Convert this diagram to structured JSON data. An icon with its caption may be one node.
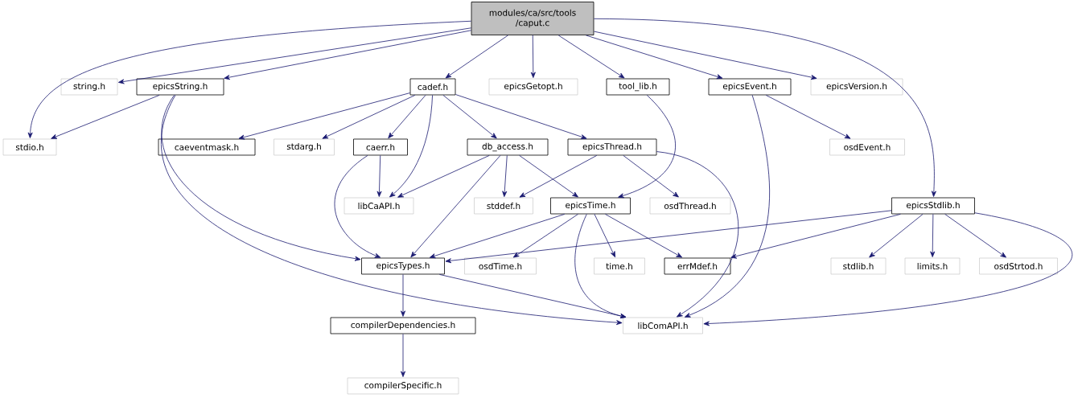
{
  "diagram": {
    "nodes": [
      {
        "text": [
          "modules/ca/src/tools /caput.c"
        ]
      },
      {
        "text": [
          "string.h"
        ]
      },
      {
        "text": [
          "epicsString.h"
        ]
      },
      {
        "text": [
          "cadef.h"
        ]
      },
      {
        "text": [
          "epicsGetopt.h"
        ]
      },
      {
        "text": [
          "tool_lib.h"
        ]
      },
      {
        "text": [
          "epicsEvent.h"
        ]
      },
      {
        "text": [
          "epicsVersion.h"
        ]
      },
      {
        "text": [
          "stdio.h"
        ]
      },
      {
        "text": [
          "caeventmask.h"
        ]
      },
      {
        "text": [
          "stdarg.h"
        ]
      },
      {
        "text": [
          "caerr.h"
        ]
      },
      {
        "text": [
          "db_access.h"
        ]
      },
      {
        "text": [
          "epicsThread.h"
        ]
      },
      {
        "text": [
          "osdEvent.h"
        ]
      },
      {
        "text": [
          "libCaAPI.h"
        ]
      },
      {
        "text": [
          "stddef.h"
        ]
      },
      {
        "text": [
          "epicsTime.h"
        ]
      },
      {
        "text": [
          "osdThread.h"
        ]
      },
      {
        "text": [
          "epicsStdlib.h"
        ]
      },
      {
        "text": [
          "epicsTypes.h"
        ]
      },
      {
        "text": [
          "osdTime.h"
        ]
      },
      {
        "text": [
          "time.h"
        ]
      },
      {
        "text": [
          "errMdef.h"
        ]
      },
      {
        "text": [
          "stdlib.h"
        ]
      },
      {
        "text": [
          "limits.h"
        ]
      },
      {
        "text": [
          "osdStrtod.h"
        ]
      },
      {
        "text": [
          "compilerDependencies.h"
        ]
      },
      {
        "text": [
          "libComAPI.h"
        ]
      },
      {
        "text": [
          "compilerSpecific.h"
        ]
      }
    ],
    "edges": [
      {
        "from": 0,
        "to": 8,
        "arrow": "to"
      },
      {
        "from": 0,
        "to": 1,
        "arrow": "to"
      },
      {
        "from": 0,
        "to": 2,
        "arrow": "to"
      },
      {
        "from": 0,
        "to": 3,
        "arrow": "to"
      },
      {
        "from": 0,
        "to": 4,
        "arrow": "to"
      },
      {
        "from": 0,
        "to": 5,
        "arrow": "to"
      },
      {
        "from": 0,
        "to": 6,
        "arrow": "to"
      },
      {
        "from": 0,
        "to": 7,
        "arrow": "to"
      },
      {
        "from": 0,
        "to": 19,
        "arrow": "to"
      },
      {
        "from": 2,
        "to": 8,
        "arrow": "to"
      },
      {
        "from": 2,
        "to": 20,
        "arrow": "to"
      },
      {
        "from": 2,
        "to": 28,
        "arrow": "to"
      },
      {
        "from": 3,
        "to": 9,
        "arrow": "to"
      },
      {
        "from": 3,
        "to": 10,
        "arrow": "to"
      },
      {
        "from": 3,
        "to": 11,
        "arrow": "to"
      },
      {
        "from": 3,
        "to": 15,
        "arrow": "to"
      },
      {
        "from": 3,
        "to": 12,
        "arrow": "to"
      },
      {
        "from": 3,
        "to": 13,
        "arrow": "to"
      },
      {
        "from": 11,
        "to": 15,
        "arrow": "to"
      },
      {
        "from": 11,
        "to": 20,
        "arrow": "to"
      },
      {
        "from": 12,
        "to": 15,
        "arrow": "to"
      },
      {
        "from": 12,
        "to": 20,
        "arrow": "to"
      },
      {
        "from": 12,
        "to": 16,
        "arrow": "to"
      },
      {
        "from": 12,
        "to": 17,
        "arrow": "to"
      },
      {
        "from": 13,
        "to": 16,
        "arrow": "to"
      },
      {
        "from": 13,
        "to": 18,
        "arrow": "to"
      },
      {
        "from": 13,
        "to": 28,
        "arrow": "to"
      },
      {
        "from": 5,
        "to": 17,
        "arrow": "to"
      },
      {
        "from": 6,
        "to": 14,
        "arrow": "to"
      },
      {
        "from": 6,
        "to": 28,
        "arrow": "to"
      },
      {
        "from": 17,
        "to": 20,
        "arrow": "to"
      },
      {
        "from": 17,
        "to": 21,
        "arrow": "to"
      },
      {
        "from": 17,
        "to": 22,
        "arrow": "to"
      },
      {
        "from": 17,
        "to": 23,
        "arrow": "to"
      },
      {
        "from": 17,
        "to": 28,
        "arrow": "to"
      },
      {
        "from": 19,
        "to": 20,
        "arrow": "to"
      },
      {
        "from": 19,
        "to": 23,
        "arrow": "to"
      },
      {
        "from": 19,
        "to": 24,
        "arrow": "to"
      },
      {
        "from": 19,
        "to": 25,
        "arrow": "to"
      },
      {
        "from": 19,
        "to": 26,
        "arrow": "to"
      },
      {
        "from": 19,
        "to": 28,
        "arrow": "to"
      },
      {
        "from": 20,
        "to": 27,
        "arrow": "to"
      },
      {
        "from": 20,
        "to": 28,
        "arrow": "to"
      },
      {
        "from": 27,
        "to": 29,
        "arrow": "to"
      }
    ]
  }
}
